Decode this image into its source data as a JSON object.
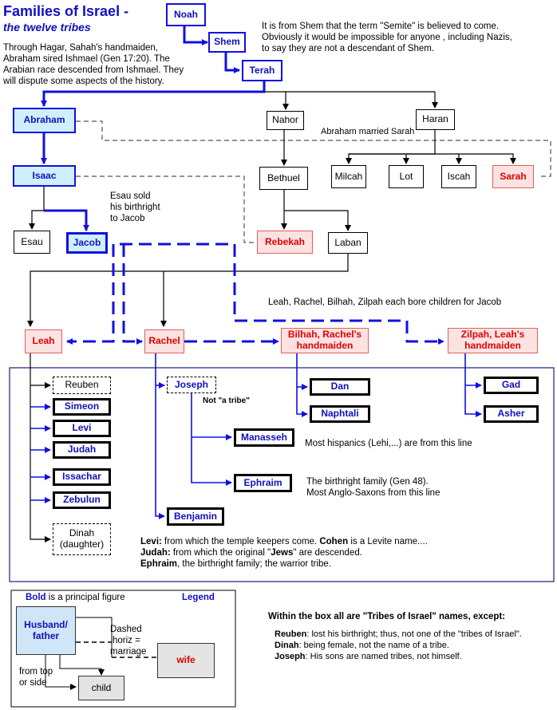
{
  "title": {
    "line1": "Families of Israel -",
    "line2": "the twelve tribes"
  },
  "notes": {
    "semite": [
      "It is from Shem that the term \"Semite\" is believed to come.",
      "Obviously it would be impossible for anyone , including Nazis,",
      "to say they are not a descendant of Shem."
    ],
    "hagar": [
      "Through Hagar, Sahah's handmaiden,",
      "Abraham sired Ishmael (Gen 17:20). The",
      "Arabian race descended from Ishmael. They",
      "will dispute some aspects of the history."
    ],
    "married": "Abraham married Sarah",
    "esau": [
      "Esau sold",
      "his birthright",
      "to Jacob"
    ],
    "bore": "Leah, Rachel, Bilhah, Zilpah each bore children for Jacob",
    "not_tribe": "Not \"a tribe\"",
    "manasseh": "Most hispanics (Lehi,...) are from this line",
    "ephraim": [
      "The birthright family (Gen 48).",
      "Most Anglo-Saxons from this line"
    ]
  },
  "people": {
    "noah": "Noah",
    "shem": "Shem",
    "terah": "Terah",
    "abraham": "Abraham",
    "nahor": "Nahor",
    "haran": "Haran",
    "isaac": "Isaac",
    "bethuel": "Bethuel",
    "milcah": "Milcah",
    "lot": "Lot",
    "iscah": "Iscah",
    "sarah": "Sarah",
    "esau": "Esau",
    "jacob": "Jacob",
    "rebekah": "Rebekah",
    "laban": "Laban",
    "leah": "Leah",
    "rachel": "Rachel",
    "bilhah": [
      "Bilhah, Rachel's",
      "handmaiden"
    ],
    "zilpah": [
      "Zilpah, Leah's",
      "handmaiden"
    ]
  },
  "tribes": {
    "reuben": "Reuben",
    "simeon": "Simeon",
    "levi": "Levi",
    "judah": "Judah",
    "issachar": "Issachar",
    "zebulun": "Zebulun",
    "dinah": [
      "Dinah",
      "(daughter)"
    ],
    "joseph": "Joseph",
    "manasseh": "Manasseh",
    "ephraim": "Ephraim",
    "benjamin": "Benjamin",
    "dan": "Dan",
    "naphtali": "Naphtali",
    "gad": "Gad",
    "asher": "Asher"
  },
  "tribe_notes": [
    {
      "bold": "Levi:",
      "text": " from which the temple keepers come. ",
      "bold2": "Cohen",
      "text2": " is a Levite name...."
    },
    {
      "bold": "Judah:",
      "text": " from which the original \"",
      "bold2": "Jews",
      "text2": "\" are descended."
    },
    {
      "bold": "Ephraim",
      "text": ", the birthright family; the warrior tribe.",
      "bold2": "",
      "text2": ""
    }
  ],
  "legend": {
    "bold_word": "Bold",
    "bold_rest": " is a principal figure",
    "title": "Legend",
    "husband": [
      "Husband/",
      "father"
    ],
    "dashed": [
      "Dashed",
      "horiz =",
      "marriage"
    ],
    "wife": "wife",
    "from": [
      "from top",
      "or side"
    ],
    "child": "child"
  },
  "within": {
    "heading": "Within the box all are \"Tribes of Israel\"  names, except:",
    "items": [
      {
        "bold": "Reuben",
        "text": ":  lost his birthright; thus, not one of the \"tribes of Israel\"."
      },
      {
        "bold": "Dinah",
        "text": ": being female, not the name of a tribe."
      },
      {
        "bold": "Joseph",
        "text": ": His sons are named tribes, not himself."
      }
    ]
  },
  "colors": {
    "blue": "#1010e0",
    "red": "#e00000",
    "pink": "#fde2e2",
    "cyan": "#cfeffc"
  }
}
